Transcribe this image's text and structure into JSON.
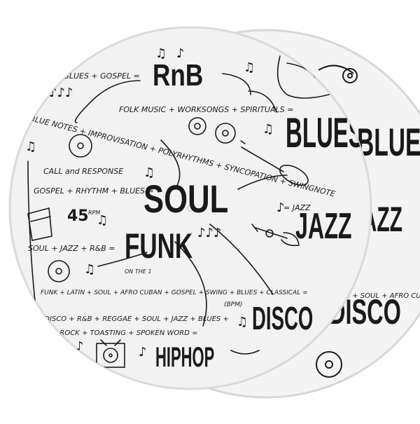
{
  "colors": {
    "paper": "#ffffff",
    "disc": "#f2f2f2",
    "rim": "#d9d9d9",
    "ink": "#1a1a1a"
  },
  "genres": {
    "rnb": "RnB",
    "blues": "BLUES",
    "soul": "SOUL",
    "jazz": "JAZZ",
    "funk": "FUNK",
    "disco": "DISCO",
    "hiphop": "HIPHOP"
  },
  "formulas": {
    "rnb": "ZZ + BLUES + GOSPEL =",
    "blues": "FOLK MUSIC + WORKSONGS + SPIRITUALS =",
    "jazz_1": "BLUE NOTES + IMPROVISATION + POLYRHYTHMS + SYNCOPATION + SWINGNOTE",
    "jazz_2": "= JAZZ",
    "call": "CALL and RESPONSE",
    "soul": "GOSPEL + RHYTHM + BLUES =",
    "funk": "SOUL + JAZZ + R&B =",
    "on_the_1": "ON THE 1",
    "disco": "FUNK + LATIN + SOUL + AFRO CUBAN + GOSPEL + SWING + BLUES + CLASSICAL =",
    "bpm": "(BPM)",
    "hiphop_1": "K + DISCO + R&B + REGGAE + SOUL + JAZZ + BLUES +",
    "hiphop_2": "SICAL + ROCK + TOASTING + SPOKEN WORD ="
  },
  "tempo": {
    "value": "45",
    "unit": "RPM"
  },
  "icons": [
    "vinyl-record-icon",
    "violin-icon",
    "trumpet-icon",
    "drum-icon",
    "turntable-icon",
    "music-note-icon"
  ]
}
